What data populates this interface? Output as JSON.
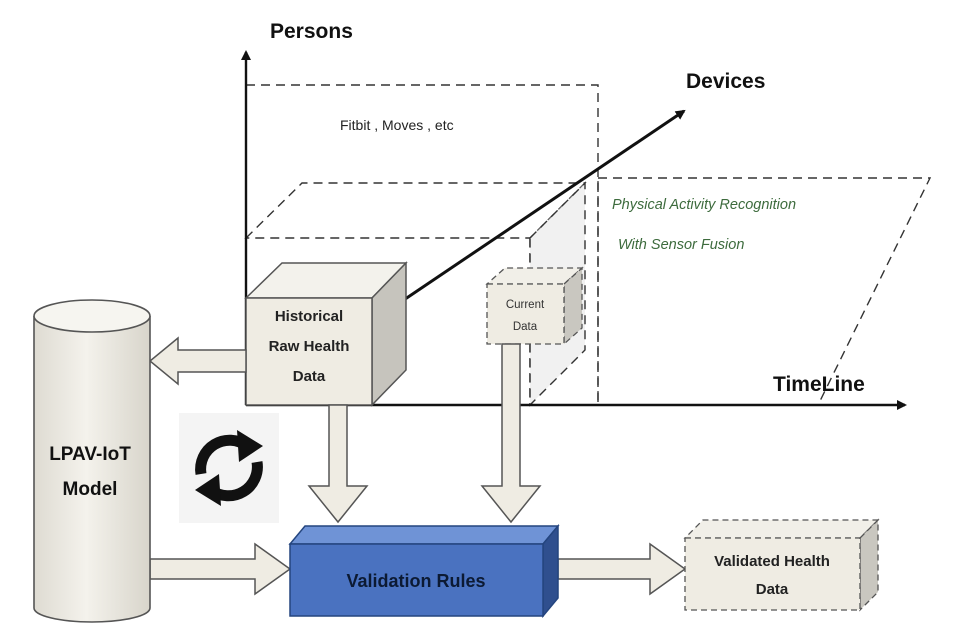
{
  "axes": {
    "persons": "Persons",
    "devices": "Devices",
    "timeline": "TimeLine"
  },
  "notes": {
    "devices_examples": "Fitbit , Moves , etc",
    "par_line1": "Physical Activity Recognition",
    "par_line2": "With Sensor Fusion"
  },
  "boxes": {
    "historical": [
      "Historical",
      "Raw Health",
      "Data"
    ],
    "current": [
      "Current",
      "Data"
    ],
    "model": [
      "LPAV-IoT",
      "Model"
    ],
    "validation_rules": "Validation Rules",
    "validated": [
      "Validated Health",
      "Data"
    ]
  },
  "icons": {
    "cycle": "refresh-cycle-icon"
  },
  "colors": {
    "validation_rules_fill": "#4a72c0",
    "box_fill": "#efece3",
    "arrow_fill": "#efece3",
    "note_green": "#3d6b3d"
  }
}
